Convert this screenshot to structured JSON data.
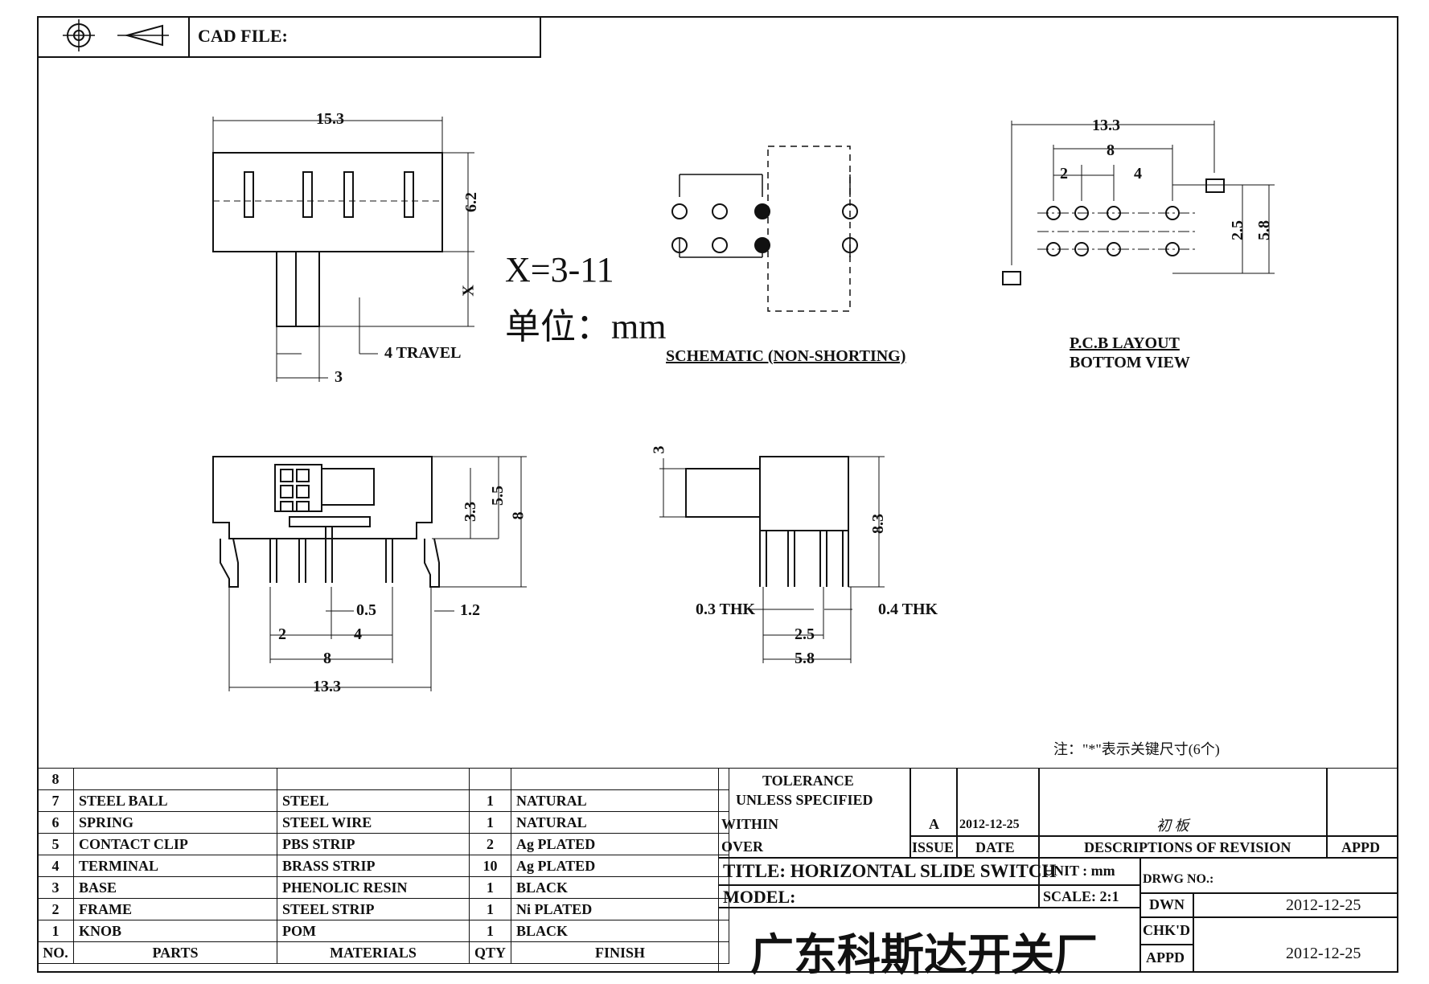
{
  "header": {
    "cad_file_label": "CAD FILE:"
  },
  "units": {
    "x_range": "X=3-11",
    "unit_note": "单位：mm"
  },
  "top_view": {
    "width": "15.3",
    "height": "6.2",
    "x": "X",
    "travel": "4 TRAVEL",
    "knob": "3"
  },
  "schematic": {
    "caption": "SCHEMATIC (NON-SHORTING)"
  },
  "pcb": {
    "caption_line1": "P.C.B LAYOUT",
    "caption_line2": "BOTTOM VIEW",
    "d_total": "13.3",
    "d_8": "8",
    "d_2": "2",
    "d_4": "4",
    "d_25": "2.5",
    "d_58": "5.8"
  },
  "front_view": {
    "d_33": "3.3",
    "d_55": "5.5",
    "d_8v": "8",
    "d_05": "0.5",
    "d_12": "1.2",
    "d_2": "2",
    "d_4": "4",
    "d_8": "8",
    "d_133": "13.3"
  },
  "side_view": {
    "d_3": "3",
    "d_83": "8.3",
    "thk_03": "0.3 THK",
    "thk_04": "0.4 THK",
    "d_25": "2.5",
    "d_58": "5.8"
  },
  "note": "注：\"*\"表示关键尺寸(6个)",
  "bom": {
    "rows": [
      {
        "no": "8",
        "part": "",
        "material": "",
        "qty": "",
        "finish": ""
      },
      {
        "no": "7",
        "part": "STEEL BALL",
        "material": "STEEL",
        "qty": "1",
        "finish": "NATURAL"
      },
      {
        "no": "6",
        "part": "SPRING",
        "material": "STEEL WIRE",
        "qty": "1",
        "finish": "NATURAL"
      },
      {
        "no": "5",
        "part": "CONTACT CLIP",
        "material": "PBS STRIP",
        "qty": "2",
        "finish": "Ag PLATED"
      },
      {
        "no": "4",
        "part": "TERMINAL",
        "material": "BRASS STRIP",
        "qty": "10",
        "finish": "Ag PLATED"
      },
      {
        "no": "3",
        "part": "BASE",
        "material": "PHENOLIC RESIN",
        "qty": "1",
        "finish": "BLACK"
      },
      {
        "no": "2",
        "part": "FRAME",
        "material": "STEEL STRIP",
        "qty": "1",
        "finish": "Ni PLATED"
      },
      {
        "no": "1",
        "part": "KNOB",
        "material": "POM",
        "qty": "1",
        "finish": "BLACK"
      }
    ],
    "header": {
      "no": "NO.",
      "part": "PARTS",
      "material": "MATERIALS",
      "qty": "QTY",
      "finish": "FINISH"
    }
  },
  "title_block": {
    "tolerance": "TOLERANCE",
    "unless": "UNLESS  SPECIFIED",
    "within": "WITHIN",
    "over": "OVER",
    "rev_letter": "A",
    "rev_date": "2012-12-25",
    "rev_desc": "初 板",
    "issue": "ISSUE",
    "date": "DATE",
    "descriptions": "DESCRIPTIONS OF REVISION",
    "appd": "APPD",
    "title": "TITLE: HORIZONTAL SLIDE SWITCH",
    "unit": "UNIT : mm",
    "drwg_no": "DRWG NO.:",
    "model": "MODEL:",
    "scale": "SCALE: 2:1",
    "dwn": "DWN",
    "dwn_date": "2012-12-25",
    "chkd": "CHK'D",
    "chk_date": "2012-12-25",
    "appd2": "APPD",
    "company": "广东科斯达开关厂"
  }
}
